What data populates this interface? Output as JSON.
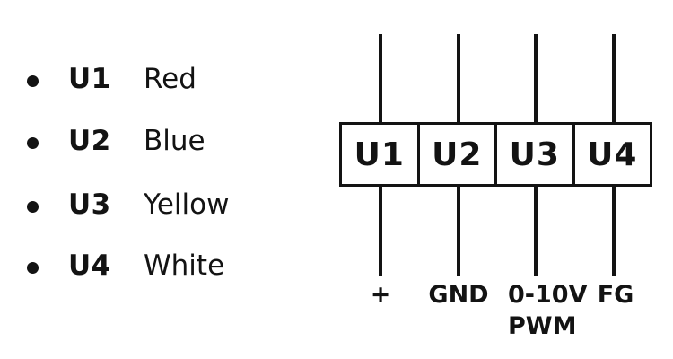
{
  "page": {
    "background": "#ffffff",
    "ink": "#131313"
  },
  "legend": {
    "items": [
      {
        "terminal": "U1",
        "color_name": "Red"
      },
      {
        "terminal": "U2",
        "color_name": "Blue"
      },
      {
        "terminal": "U3",
        "color_name": "Yellow"
      },
      {
        "terminal": "U4",
        "color_name": "White"
      }
    ]
  },
  "diagram": {
    "terminal_block": {
      "labels": [
        "U1",
        "U2",
        "U3",
        "U4"
      ]
    },
    "pins": [
      {
        "label": "+"
      },
      {
        "label": "GND"
      },
      {
        "label": "0-10V",
        "label_line2": "PWM"
      },
      {
        "label": "FG"
      }
    ]
  }
}
